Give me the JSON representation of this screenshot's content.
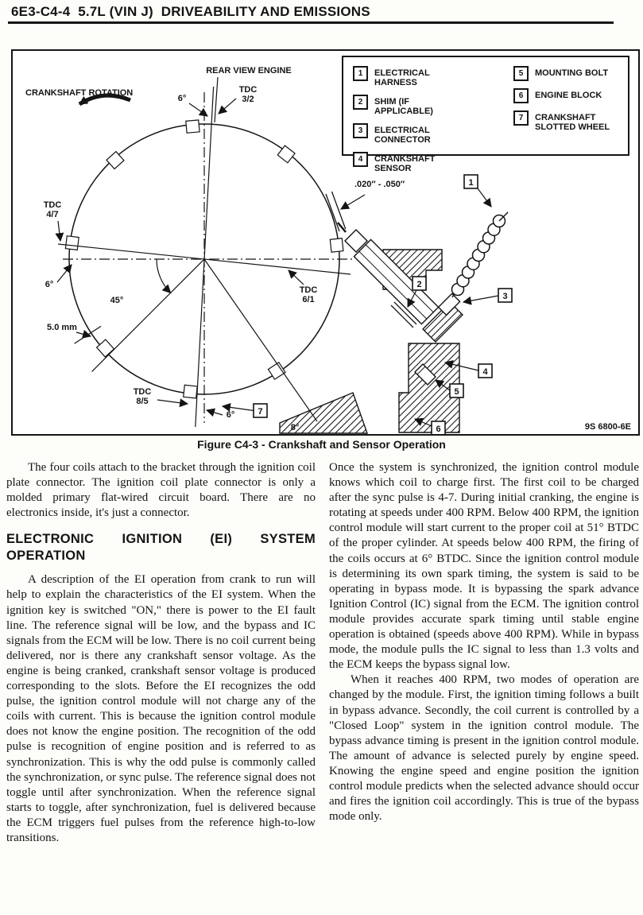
{
  "page": {
    "header": "6E3-C4-4  5.7L (VIN J)  DRIVEABILITY AND EMISSIONS"
  },
  "figure": {
    "caption": "Figure C4-3 - Crankshaft and Sensor Operation",
    "part_code": "9S 6800-6E",
    "legend": [
      {
        "num": "1",
        "label": "ELECTRICAL HARNESS"
      },
      {
        "num": "2",
        "label": "SHIM (IF APPLICABLE)"
      },
      {
        "num": "3",
        "label": "ELECTRICAL CONNECTOR"
      },
      {
        "num": "4",
        "label": "CRANKSHAFT SENSOR"
      },
      {
        "num": "5",
        "label": "MOUNTING BOLT"
      },
      {
        "num": "6",
        "label": "ENGINE BLOCK"
      },
      {
        "num": "7",
        "label": "CRANKSHAFT SLOTTED WHEEL"
      }
    ],
    "diagram": {
      "rear_view_engine": "REAR VIEW ENGINE",
      "crankshaft_rotation": "CRANKSHAFT ROTATION",
      "angle_top": "6°",
      "tdc_32_l1": "TDC",
      "tdc_32_l2": "3/2",
      "tdc_47_l1": "TDC",
      "tdc_47_l2": "4/7",
      "angle_left": "6°",
      "angle_45": "45°",
      "tdc_61_l1": "TDC",
      "tdc_61_l2": "6/1",
      "slot_depth": "5.0 mm",
      "tdc_85_l1": "TDC",
      "tdc_85_l2": "8/5",
      "angle_bottom": "6°",
      "angle_8": "8°",
      "sensor_gap": ".020″ - .050″"
    }
  },
  "body": {
    "left": {
      "p1": "The four coils attach to the bracket through the ignition coil plate connector. The ignition coil plate connector is only a molded primary flat-wired circuit board. There are no electronics inside, it's just a connector.",
      "heading": "ELECTRONIC IGNITION (EI) SYSTEM OPERATION",
      "p2": "A description of the EI operation from crank to run will help to explain the characteristics of the EI system. When the ignition key is switched \"ON,\" there is power to the EI fault line. The reference signal will be low, and the bypass and IC signals from the ECM will be low. There is no coil current being delivered, nor is there any crankshaft sensor voltage. As the engine is being cranked, crankshaft sensor voltage is produced corresponding to the slots. Before the EI recognizes the odd pulse, the ignition control module will not charge any of the coils with current. This is because the ignition control module does not know the engine position. The recognition of the odd pulse is recognition of engine position and is referred to as synchronization. This is why the odd pulse is commonly called the synchronization, or sync pulse. The reference signal does not toggle until after synchronization. When the reference signal starts to toggle, after synchronization, fuel is delivered because the ECM triggers fuel pulses from the reference high-to-low transitions."
    },
    "right": {
      "p1": "Once the system is synchronized, the ignition control module knows which coil to charge first. The first coil to be charged after the sync pulse is 4-7. During initial cranking, the engine is rotating at speeds under 400 RPM. Below 400 RPM, the ignition control module will start current to the proper coil at 51° BTDC of the proper cylinder. At speeds below 400 RPM, the firing of the coils occurs at 6° BTDC. Since the ignition control module is determining its own spark timing, the system is said to be operating in bypass mode. It is bypassing the spark advance Ignition Control (IC) signal from the ECM. The ignition control module provides accurate spark timing until stable engine operation is obtained (speeds above 400 RPM). While in bypass mode, the module pulls the IC signal to less than 1.3 volts and the ECM keeps the bypass signal low.",
      "p2": "When it reaches 400 RPM, two modes of operation are changed by the module. First, the ignition timing follows a built in bypass advance. Secondly, the coil current is controlled by a \"Closed Loop\" system in the ignition control module. The bypass advance timing is present in the ignition control module. The amount of advance is selected purely by engine speed. Knowing the engine speed and engine position the ignition control module predicts when the selected advance should occur and fires the ignition coil accordingly. This is true of the bypass mode only."
    }
  }
}
